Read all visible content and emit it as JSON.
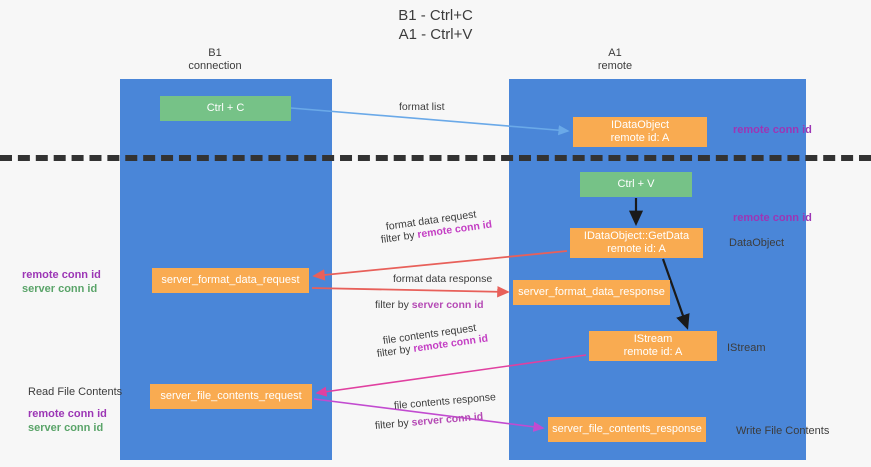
{
  "title": {
    "line1": "B1 - Ctrl+C",
    "line2": "A1 - Ctrl+V"
  },
  "lanes": [
    {
      "id": "b1",
      "name": "B1",
      "sub": "connection",
      "color": "#4a86d8"
    },
    {
      "id": "a1",
      "name": "A1",
      "sub": "remote",
      "color": "#4a86d8"
    }
  ],
  "colors": {
    "lane": "#4a86d8",
    "green_box": "#76c287",
    "orange_box": "#f9ab51",
    "purple_label": "#9c36b5",
    "green_label": "#5aa469",
    "magenta_edge": "#c43fc4",
    "red_arrow": "#e8605a",
    "pink_arrow": "#e040a0",
    "blue_arrow": "#6aa9e8",
    "divider": "#333333",
    "background": "#f7f7f7"
  },
  "boxes": {
    "ctrl_c": "Ctrl + C",
    "idataobject": "IDataObject\nremote id: A",
    "ctrl_v": "Ctrl + V",
    "getdata": "IDataObject::GetData\nremote id: A",
    "server_format_data_request": "server_format_data_request",
    "server_format_data_response": "server_format_data_response",
    "istream": "IStream\nremote id: A",
    "server_file_contents_request": "server_file_contents_request",
    "server_file_contents_response": "server_file_contents_response"
  },
  "edge_labels": {
    "format_list": "format list",
    "format_data_request": "format data request",
    "format_data_request_filter_prefix": "filter by ",
    "format_data_request_filter_key": "remote conn id",
    "format_data_response": "format data response",
    "format_data_response_filter_prefix": "filter by ",
    "format_data_response_filter_key": "server conn id",
    "file_contents_request": "file contents request",
    "file_contents_request_filter_prefix": "filter by ",
    "file_contents_request_filter_key": "remote conn id",
    "file_contents_response": "file contents response",
    "file_contents_response_filter_prefix": "filter by ",
    "file_contents_response_filter_key": "server conn id"
  },
  "side_labels": {
    "right_remote_conn_id_top": "remote conn id",
    "right_remote_conn_id_mid": "remote conn id",
    "right_dataobject": "DataObject",
    "right_istream": "IStream",
    "right_write_file_contents": "Write File Contents",
    "left_remote_conn_id_mid": "remote conn id",
    "left_server_conn_id_mid": "server conn id",
    "left_read_file_contents": "Read File Contents",
    "left_remote_conn_id_low": "remote conn id",
    "left_server_conn_id_low": "server conn id"
  }
}
